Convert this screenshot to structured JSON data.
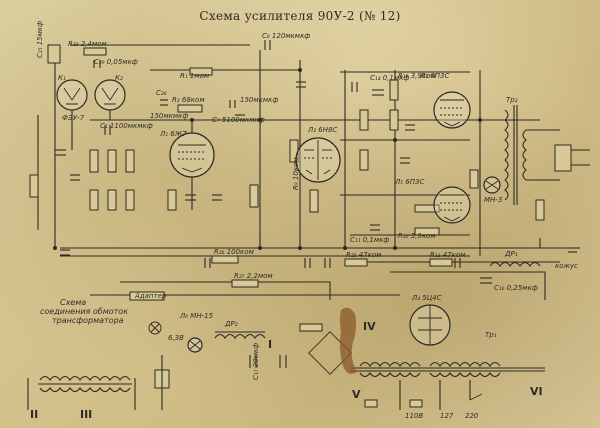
{
  "title": "Схема усилителя 90У-2 (№ 12)",
  "labels": {
    "c15": "С₁₅ 15мкф",
    "r33": "R₃₃ 2,4мом",
    "c29": "С₂₉ 0,05мкф",
    "c8": "С₈ 120мкмкф",
    "r1": "R₁ 1мом",
    "c26": "С₂₆",
    "r2": "R₂ 68ком",
    "r5": "150мкмкф",
    "c7": "С₇ 5100мкмкф",
    "c9": "150мкмкф",
    "c1": "С₁ 1100мкмкф",
    "fev7": "ФЭУ-7",
    "k1": "К₁",
    "k2": "К₂",
    "l6zh7": "Л₁ 6Ж7",
    "l6n8s": "Л₂ 6Н8С",
    "l3": "Л₃ 6П3С",
    "l5": "Л₅ 6П3С",
    "mn3": "МН-3",
    "tr2": "Тр₂",
    "tr1": "Тр₁",
    "dr1": "ДР₁",
    "dr2": "ДР₂",
    "l4": "Л₄ 5Ц4С",
    "l6": "Л₆ МН-15",
    "kozhus": "кожус",
    "adapter": "Адаптер",
    "r26": "R₂₆ 100ком",
    "r27": "R₂₇ 2,2мом",
    "r25": "R₂₅ 47ком",
    "r13": "R₁₃ 47ком",
    "c14": "С₁₄ 0,1мкф",
    "c11": "С₁₁ 0,1мкф",
    "r19": "R₁₉ 3,9ком",
    "r20": "R₂₀ 3,9ком",
    "r9": "R₉ 10ком",
    "c16": "С₁₆ 0,25мкф",
    "c17": "С₁₇ 20мкф",
    "v638": "6,3В",
    "v110": "110В",
    "v127": "127",
    "v220": "220",
    "roman4": "IV",
    "roman1": "I",
    "roman2": "II",
    "roman3": "III",
    "roman5": "V",
    "roman6": "VI",
    "wiring_note_1": "Схема",
    "wiring_note_2": "соединения обмоток",
    "wiring_note_3": "трансформатора"
  }
}
